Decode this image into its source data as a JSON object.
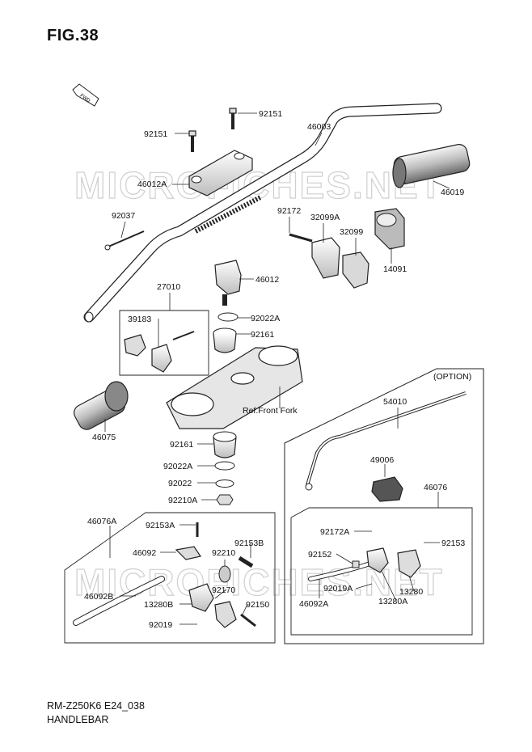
{
  "figure": {
    "title": "FIG.38",
    "model_code": "RM-Z250K6 E24_038",
    "section_name": "HANDLEBAR",
    "option_label": "(OPTION)",
    "ref_note": "Ref.Front Fork",
    "watermark": "MICROFICHES.NET",
    "fwd_marker": "FWD"
  },
  "callouts": [
    "92151",
    "92151",
    "46003",
    "46012A",
    "46019",
    "92037",
    "92172",
    "32099A",
    "32099",
    "14091",
    "46012",
    "27010",
    "92022A",
    "39183",
    "92161",
    "46075",
    "92161",
    "92022A",
    "92022",
    "92210A",
    "54010",
    "49006",
    "46076",
    "46076A",
    "92153A",
    "46092",
    "92153B",
    "92210",
    "46092B",
    "92170",
    "13280B",
    "92150",
    "92019",
    "92172A",
    "92153",
    "92152",
    "46092A",
    "92019A",
    "13280",
    "13280A"
  ],
  "colors": {
    "line": "#222222",
    "part_fill": "#e6e6e6",
    "part_dark": "#555555",
    "watermark": "#cfcfcf"
  }
}
